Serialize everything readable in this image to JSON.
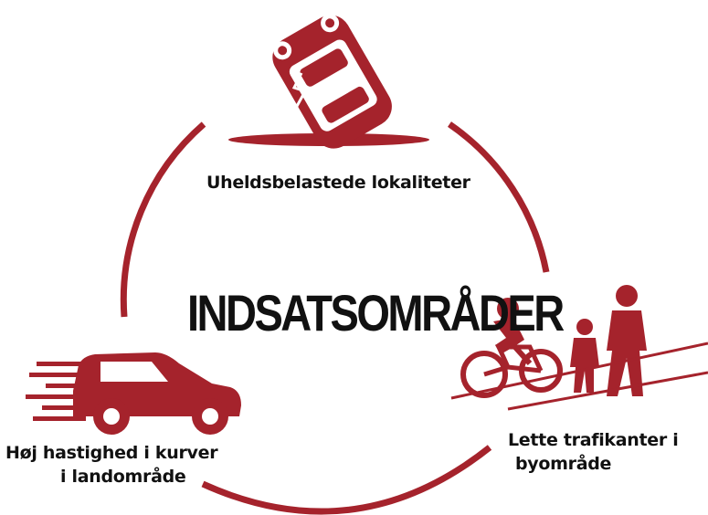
{
  "title": "INDSATSOMRÅDER",
  "labels": {
    "accident": "Uheldsbelastede lokaliteter",
    "speed_line1": "Høj hastighed i kurver",
    "speed_line2": "i landområde",
    "vulnerable_line1": "Lette trafikanter i",
    "vulnerable_line2": "byområde"
  },
  "colors": {
    "accent": "#a5232c",
    "text": "#111111",
    "background": "#ffffff"
  },
  "icons": [
    "overturned-car-icon",
    "speeding-car-icon",
    "cyclist-icon",
    "pedestrians-icon"
  ]
}
